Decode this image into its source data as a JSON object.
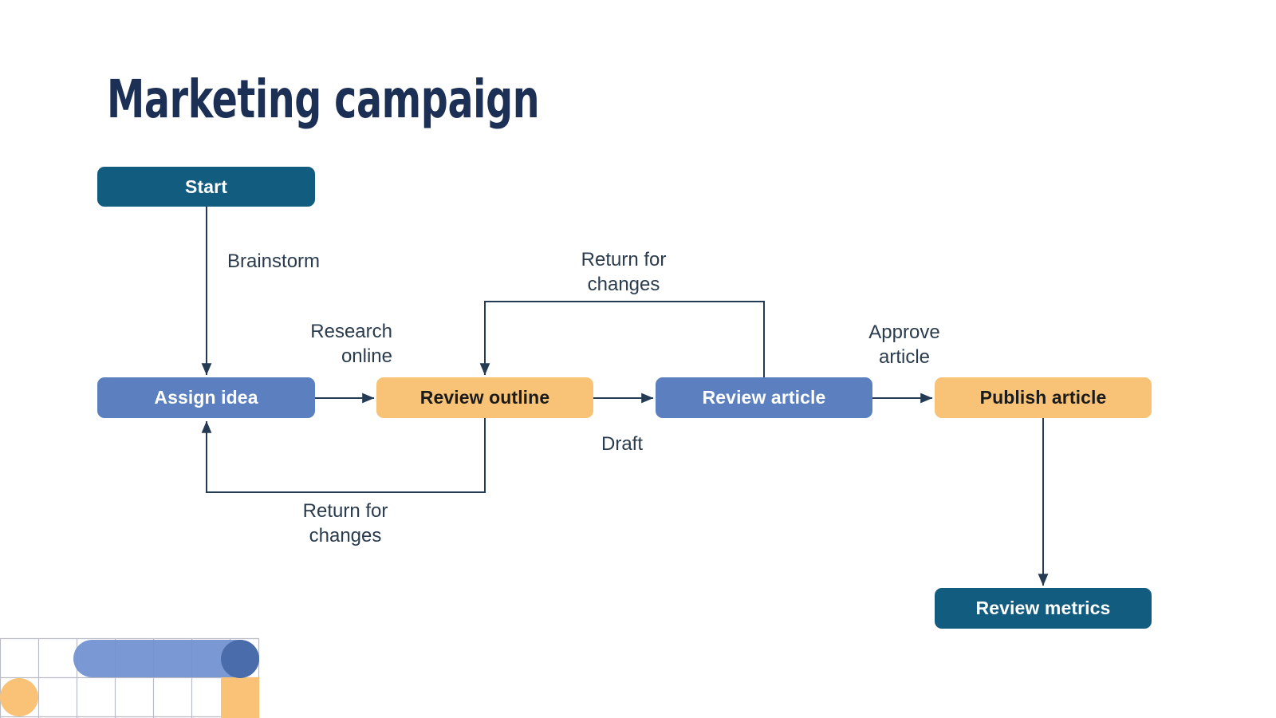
{
  "slide": {
    "title": "Marketing campaign",
    "background_color": "#ffffff"
  },
  "palette": {
    "title_navy": "#1c3055",
    "node_dark_teal": "#125C80",
    "node_blue": "#5B7FBF",
    "node_orange": "#F8C376",
    "connector_navy": "#243b53",
    "label_slate": "#2a3b4d",
    "ornament_grid": "#b9bcc4",
    "ornament_blue_pill": "#6f8fd0",
    "ornament_blue_circle": "#4a6cab",
    "ornament_orange": "#fac277"
  },
  "diagram": {
    "nodes": [
      {
        "id": "start",
        "label": "Start",
        "style": "dark"
      },
      {
        "id": "assign-idea",
        "label": "Assign idea",
        "style": "blue"
      },
      {
        "id": "review-outline",
        "label": "Review outline",
        "style": "orange"
      },
      {
        "id": "review-article",
        "label": "Review article",
        "style": "blue"
      },
      {
        "id": "publish-article",
        "label": "Publish article",
        "style": "orange"
      },
      {
        "id": "review-metrics",
        "label": "Review metrics",
        "style": "dark"
      }
    ],
    "edges": [
      {
        "id": "start-to-assign",
        "from": "start",
        "to": "assign-idea",
        "label": "Brainstorm"
      },
      {
        "id": "assign-to-outline",
        "from": "assign-idea",
        "to": "review-outline",
        "label": "Research\nonline"
      },
      {
        "id": "outline-to-article",
        "from": "review-outline",
        "to": "review-article",
        "label": "Draft"
      },
      {
        "id": "article-to-outline-return",
        "from": "review-article",
        "to": "review-outline",
        "label": "Return for\nchanges"
      },
      {
        "id": "outline-to-assign-return",
        "from": "review-outline",
        "to": "assign-idea",
        "label": "Return for\nchanges"
      },
      {
        "id": "article-to-publish",
        "from": "review-article",
        "to": "publish-article",
        "label": "Approve\narticle"
      },
      {
        "id": "publish-to-metrics",
        "from": "publish-article",
        "to": "review-metrics",
        "label": ""
      }
    ]
  },
  "ornament": {
    "name": "grid-and-shapes-decoration",
    "grid_columns": 7,
    "grid_rows": 3,
    "shapes": [
      "blue-pill",
      "blue-circle",
      "orange-circle",
      "orange-square"
    ]
  }
}
